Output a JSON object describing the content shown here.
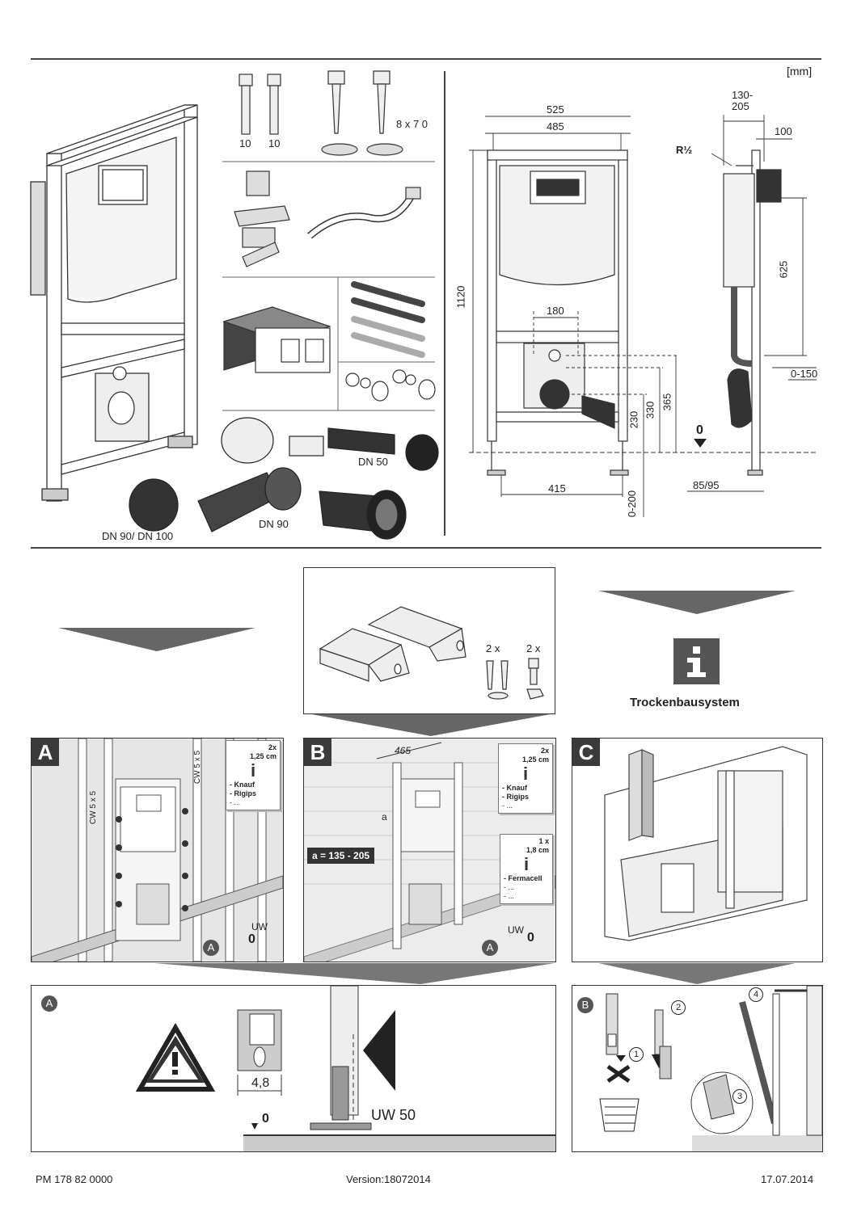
{
  "unit_label": "[mm]",
  "parts": {
    "bolt_a": "10",
    "bolt_b": "10",
    "screw_size": "8 x 7 0",
    "dn50": "DN 50",
    "dn90_100": "DN 90/ DN 100",
    "dn90": "DN 90"
  },
  "dims_front": {
    "w525": "525",
    "w485": "485",
    "h1120": "1120",
    "w180": "180",
    "h365": "365",
    "h330": "330",
    "h230": "230",
    "w415": "415",
    "h0_200": "0-200",
    "zero": "0"
  },
  "dims_side": {
    "d130_205": "130-\n205",
    "d100": "100",
    "thread": "R½",
    "h625": "625",
    "d0_150": "0-150",
    "d85_95": "85/95"
  },
  "bracket_box": {
    "qty1": "2 x",
    "qty2": "2 x"
  },
  "info_box": {
    "label": "Trockenbausystem"
  },
  "panel_a": {
    "tag": "A",
    "cw_left": "CW 5 x 5",
    "cw_right": "CW 5 x 5",
    "uw": "UW",
    "zero": "0",
    "marker": "A",
    "note_qty": "2x",
    "note_size": "1,25 cm",
    "note_items": [
      "- Knauf",
      "- Rigips",
      "- ..."
    ]
  },
  "panel_b": {
    "tag": "B",
    "width": "465",
    "a_var": "a",
    "a_range": "a = 135 - 205",
    "uw": "UW",
    "zero": "0",
    "marker": "A",
    "note1_qty": "2x",
    "note1_size": "1,25 cm",
    "note1_items": [
      "- Knauf",
      "- Rigips",
      "- ..."
    ],
    "note2_qty": "1 x",
    "note2_size": "1,8 cm",
    "note2_items": [
      "- Fermacell",
      "- ...",
      "- ..."
    ]
  },
  "panel_c": {
    "tag": "C"
  },
  "detail_a": {
    "marker": "A",
    "dim": "4,8",
    "zero": "0",
    "uw50": "UW 50"
  },
  "detail_b": {
    "marker": "B",
    "steps": [
      "1",
      "2",
      "3",
      "4"
    ]
  },
  "footer": {
    "code": "PM 178 82  0000",
    "version": "Version:18072014",
    "date": "17.07.2014"
  }
}
